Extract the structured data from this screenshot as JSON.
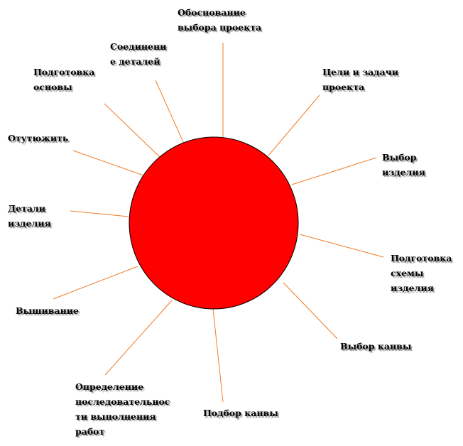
{
  "diagram": {
    "circle_color": "#ff0000",
    "circle_stroke": "#000000",
    "line_color": "#f07c28",
    "labels": [
      "Обоснование\nвыбора проекта",
      "Цели и задачи\nпроекта",
      "Выбор\nизделия",
      "Подготовка\nсхемы\nизделия",
      "Выбор канвы",
      "Подбор канвы",
      "Определение\nпоследовательнос\nти выполнения\nработ",
      "Вышивание",
      "Детали\nизделия",
      "Отутюжить",
      "Подготовка\nосновы",
      "Соединени\nе деталей"
    ]
  }
}
